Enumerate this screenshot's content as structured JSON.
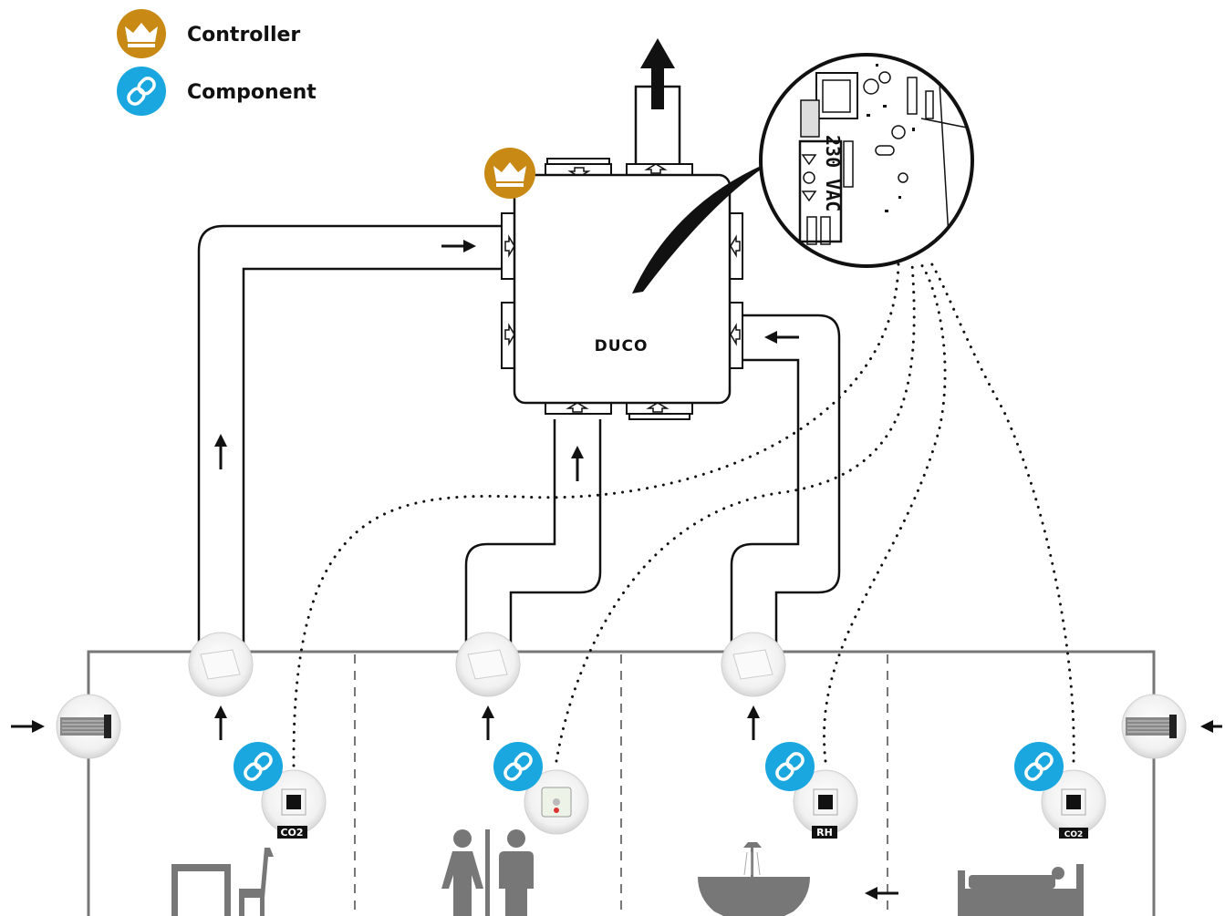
{
  "legend": {
    "controller": {
      "label": "Controller",
      "icon": "crown-icon",
      "color": "#c88a14"
    },
    "component": {
      "label": "Component",
      "icon": "link-icon",
      "color": "#1aa7e0"
    }
  },
  "unit": {
    "brand": "DUCO",
    "board_label": "230 VAC"
  },
  "sensors": [
    {
      "room": "living",
      "tag": "CO2"
    },
    {
      "room": "toilet",
      "tag": ""
    },
    {
      "room": "bathroom",
      "tag": "RH"
    },
    {
      "room": "bedroom",
      "tag": "CO2"
    }
  ],
  "rooms": [
    {
      "name": "living",
      "icon": "table-chair-icon"
    },
    {
      "name": "toilet",
      "icon": "toilet-people-icon"
    },
    {
      "name": "bathroom",
      "icon": "bathtub-icon"
    },
    {
      "name": "bedroom",
      "icon": "bed-icon"
    }
  ],
  "colors": {
    "line": "#111111",
    "wall": "#777777",
    "link": "#1aa7e0",
    "crown": "#c88a14"
  }
}
